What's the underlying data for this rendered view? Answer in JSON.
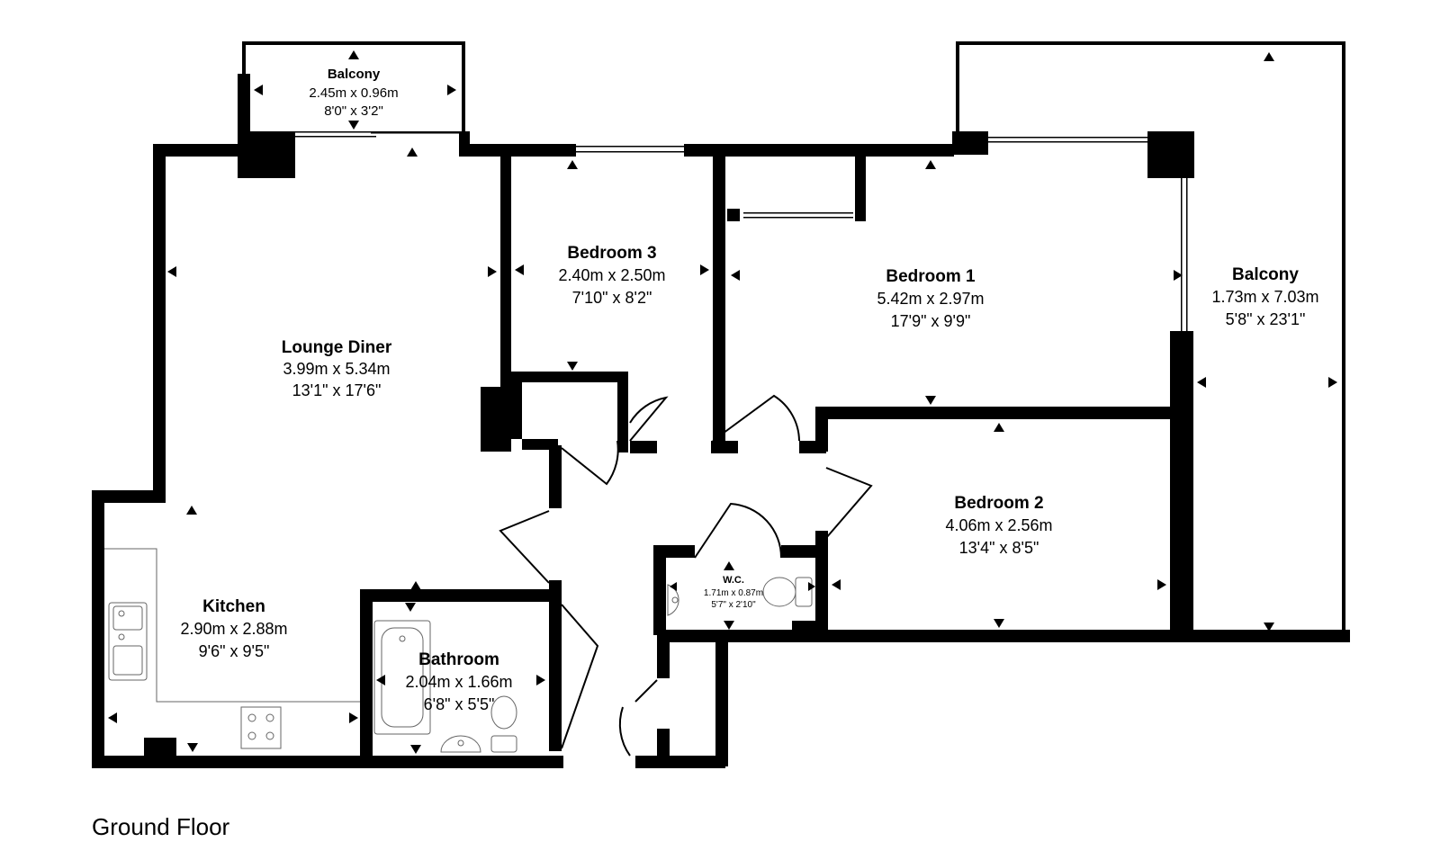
{
  "plan": {
    "floor_label": "Ground Floor",
    "rooms": {
      "balcony_small": {
        "name": "Balcony",
        "metric": "2.45m x 0.96m",
        "imperial": "8'0\" x 3'2\""
      },
      "lounge": {
        "name": "Lounge Diner",
        "metric": "3.99m x 5.34m",
        "imperial": "13'1\" x 17'6\""
      },
      "bedroom3": {
        "name": "Bedroom 3",
        "metric": "2.40m x 2.50m",
        "imperial": "7'10\" x 8'2\""
      },
      "bedroom1": {
        "name": "Bedroom 1",
        "metric": "5.42m x 2.97m",
        "imperial": "17'9\" x 9'9\""
      },
      "balcony_large": {
        "name": "Balcony",
        "metric": "1.73m x 7.03m",
        "imperial": "5'8\" x 23'1\""
      },
      "bedroom2": {
        "name": "Bedroom 2",
        "metric": "4.06m x 2.56m",
        "imperial": "13'4\" x 8'5\""
      },
      "wc": {
        "name": "W.C.",
        "metric": "1.71m x 0.87m",
        "imperial": "5'7\" x 2'10\""
      },
      "kitchen": {
        "name": "Kitchen",
        "metric": "2.90m x 2.88m",
        "imperial": "9'6\" x 9'5\""
      },
      "bathroom": {
        "name": "Bathroom",
        "metric": "2.04m x 1.66m",
        "imperial": "6'8\" x 5'5\""
      }
    }
  }
}
